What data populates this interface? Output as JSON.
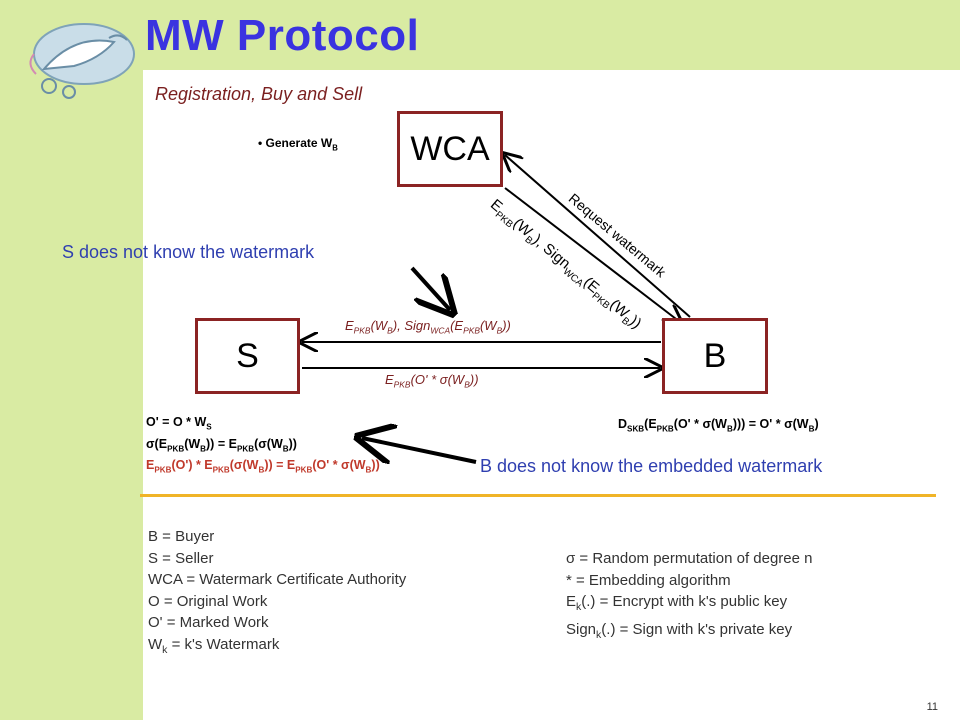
{
  "title": "MW Protocol",
  "subtitle": "Registration, Buy and Sell",
  "nodes": {
    "wca": "WCA",
    "seller": "S",
    "buyer": "B"
  },
  "generate_bullet": "•",
  "generate_text": "Generate W",
  "generate_sub": "B",
  "notes": {
    "seller_unaware": "S does not know the watermark",
    "buyer_unaware": "B does not know the embedded watermark"
  },
  "arrows": {
    "request_watermark": "Request watermark",
    "wca_to_buyer": "E_PKB(W_B), Sign_WCA(E_PKB(W_B))",
    "buyer_to_seller": "E_PKB(W_B), Sign_WCA(E_PKB(W_B))",
    "seller_to_buyer": "E_PKB(O' * σ(W_B))"
  },
  "seller_equations": [
    "O' = O * W_S",
    "σ(E_PKB(W_B)) = E_PKB(σ(W_B))",
    "E_PKB(O') * E_PKB(σ(W_B)) = E_PKB(O' * σ(W_B))"
  ],
  "buyer_equation": "D_SKB(E_PKB(O' * σ(W_B))) = O' * σ(W_B)",
  "legend_left": [
    "B = Buyer",
    "S = Seller",
    "WCA = Watermark Certificate Authority",
    "O = Original Work",
    "O' = Marked Work",
    "W_k = k's Watermark"
  ],
  "legend_right": [
    "σ = Random permutation of degree n",
    "* = Embedding algorithm",
    "E_k(.) = Encrypt with k's public key",
    "Sign_k(.) = Sign with k's private key"
  ],
  "page_number": "11",
  "colors": {
    "title": "#3a33e0",
    "accent_band": "#d9eba3",
    "box_border": "#8b2323",
    "note": "#2f3fb0",
    "divider": "#f0b428",
    "highlight": "#c0392b"
  }
}
